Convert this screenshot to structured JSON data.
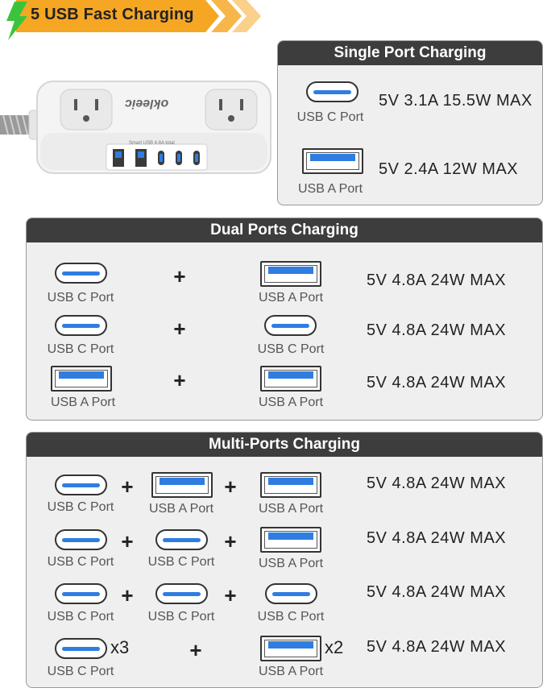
{
  "banner": {
    "title": "5 USB Fast Charging",
    "color": "#f5a623",
    "bolt_color": "#3bc43b"
  },
  "product": {
    "brand": "okleeic",
    "usb_text": "Smart USB 4.8A total",
    "port_tags": [
      "USB C",
      "USB C",
      "USB C"
    ]
  },
  "single": {
    "title": "Single Port Charging",
    "rows": [
      {
        "port": "USB C Port",
        "spec": "5V 3.1A 15.5W MAX"
      },
      {
        "port": "USB A Port",
        "spec": "5V 2.4A 12W MAX"
      }
    ]
  },
  "dual": {
    "title": "Dual Ports Charging",
    "plus": "+",
    "rows": [
      {
        "left": "USB C Port",
        "right": "USB A Port",
        "spec": "5V 4.8A 24W MAX"
      },
      {
        "left": "USB C Port",
        "right": "USB C Port",
        "spec": "5V 4.8A 24W MAX"
      },
      {
        "left": "USB A Port",
        "right": "USB A Port",
        "spec": "5V 4.8A 24W MAX"
      }
    ]
  },
  "multi": {
    "title": "Multi-Ports Charging",
    "plus": "+",
    "rows": [
      {
        "p1": "USB C Port",
        "p2": "USB A Port",
        "p3": "USB A Port",
        "spec": "5V 4.8A 24W MAX"
      },
      {
        "p1": "USB C Port",
        "p2": "USB C Port",
        "p3": "USB A Port",
        "spec": "5V 4.8A 24W MAX"
      },
      {
        "p1": "USB C Port",
        "p2": "USB C Port",
        "p3": "USB C Port",
        "spec": "5V 4.8A 24W MAX"
      },
      {
        "p1": "USB C Port",
        "x1": "x3",
        "p3": "USB A Port",
        "x3": "x2",
        "spec": "5V 4.8A 24W MAX"
      }
    ]
  },
  "colors": {
    "panel_header": "#3d3d3d",
    "panel_bg": "#efefef",
    "port_accent": "#2f7de1"
  }
}
